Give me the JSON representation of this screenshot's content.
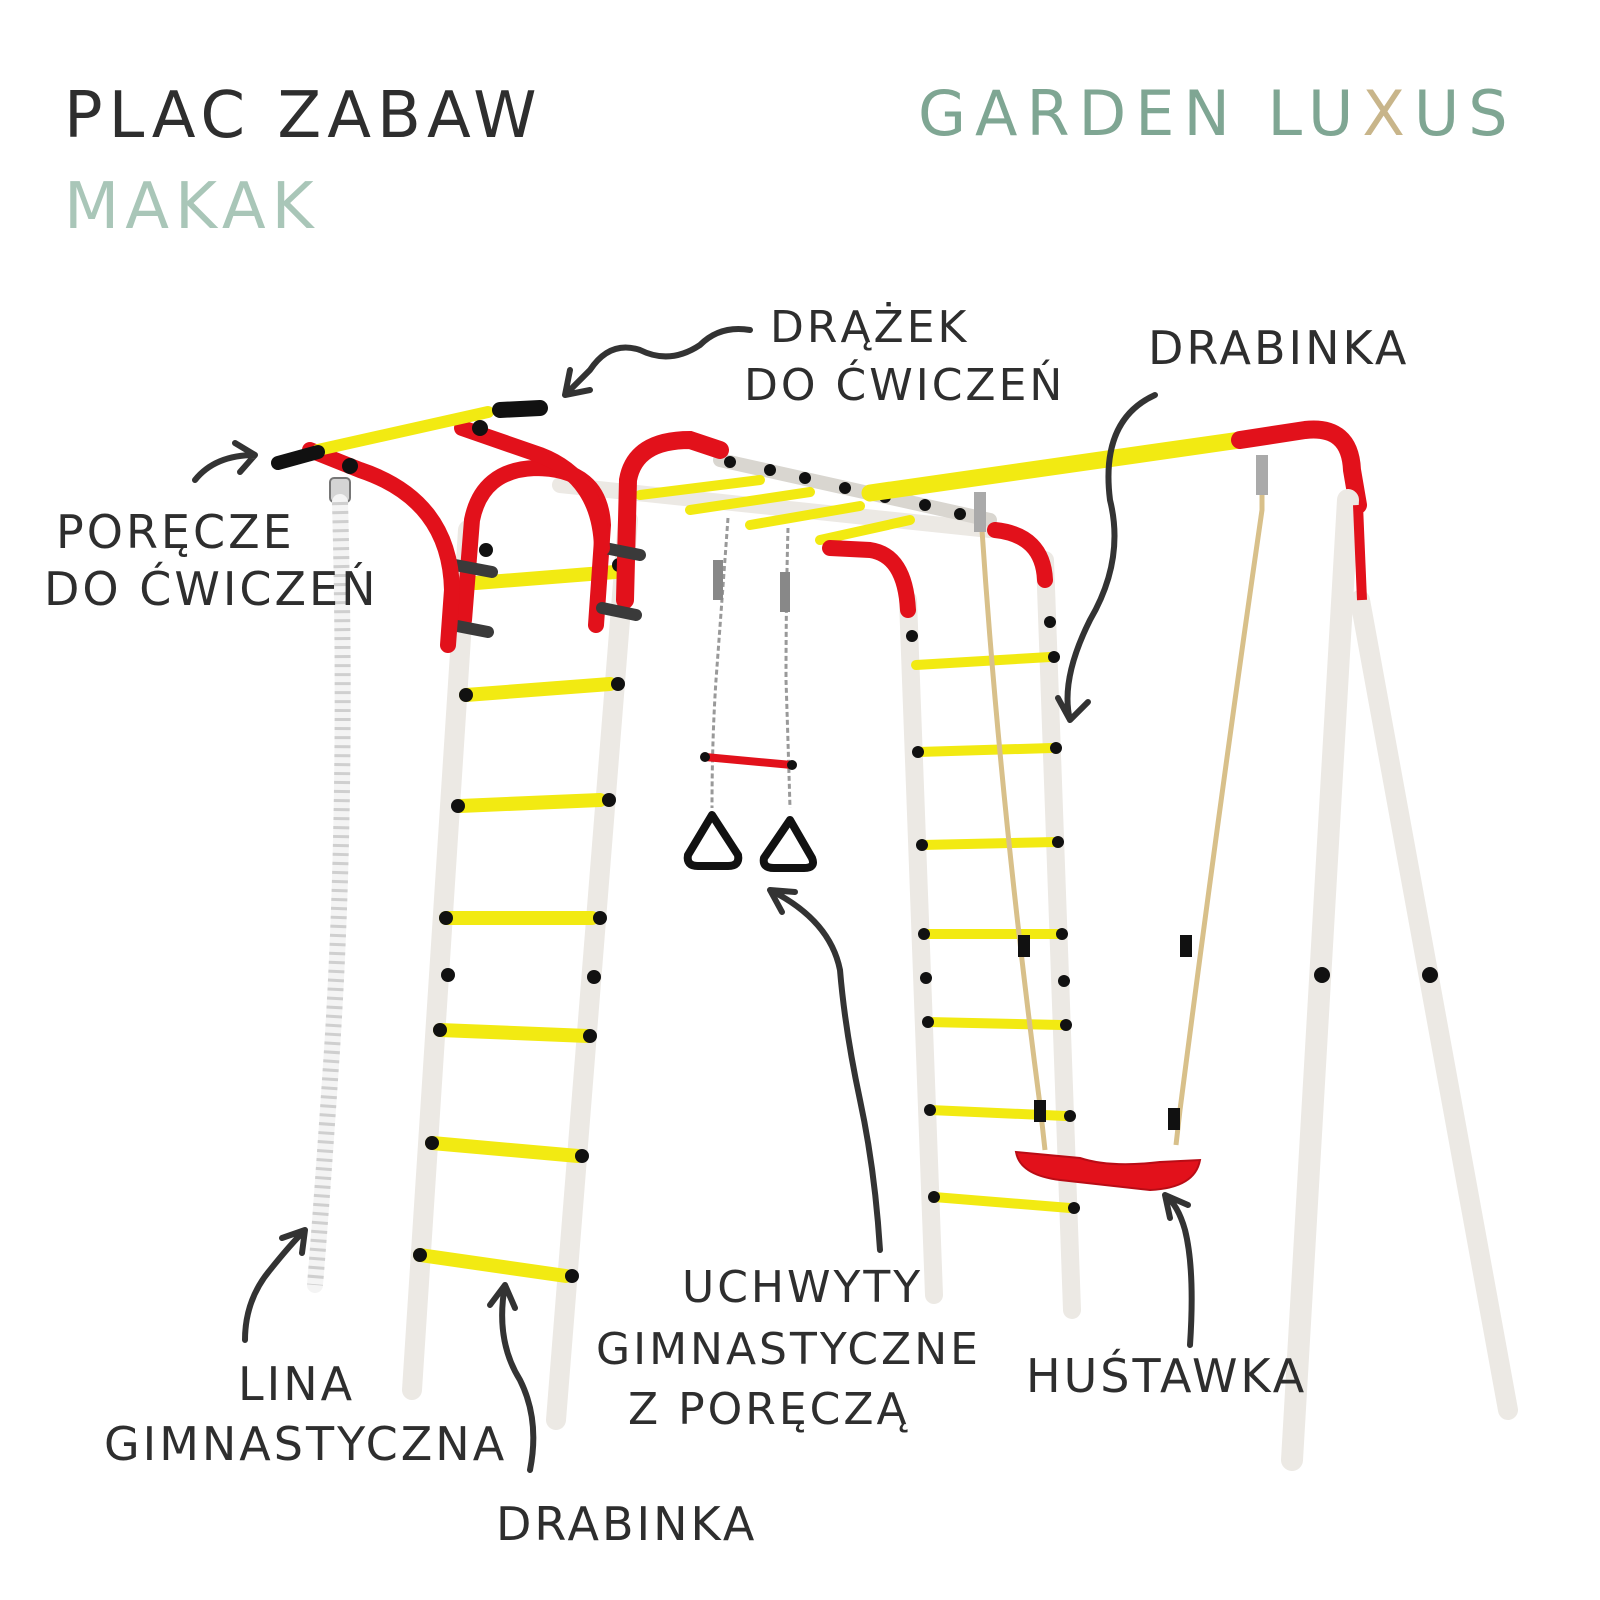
{
  "header": {
    "title": "PLAC ZABAW",
    "subtitle": "MAKAK",
    "brand": {
      "part1": "GARDEN LU",
      "x": "X",
      "part2": "US"
    }
  },
  "labels": {
    "drazek": [
      "DRĄŻEK",
      "DO ĆWICZEŃ"
    ],
    "drabinka_top": "DRABINKA",
    "porecze": [
      "PORĘCZE",
      "DO ĆWICZEŃ"
    ],
    "lina": [
      "LINA",
      "GIMNASTYCZNA"
    ],
    "drabinka_bottom": "DRABINKA",
    "uchwyty": [
      "UCHWYTY",
      "GIMNASTYCZNE",
      "Z PORĘCZĄ"
    ],
    "hustawka": "HUŚTAWKA"
  },
  "colors": {
    "text": "#2e2e2e",
    "subtitle": "#a9c6b8",
    "brand_green": "#7fa693",
    "brand_gold": "#c8b58a",
    "frame_white": "#ece9e4",
    "rung_yellow": "#f2ea12",
    "frame_red": "#e2111b",
    "grip_black": "#111111",
    "rope": "#d8c08a"
  }
}
